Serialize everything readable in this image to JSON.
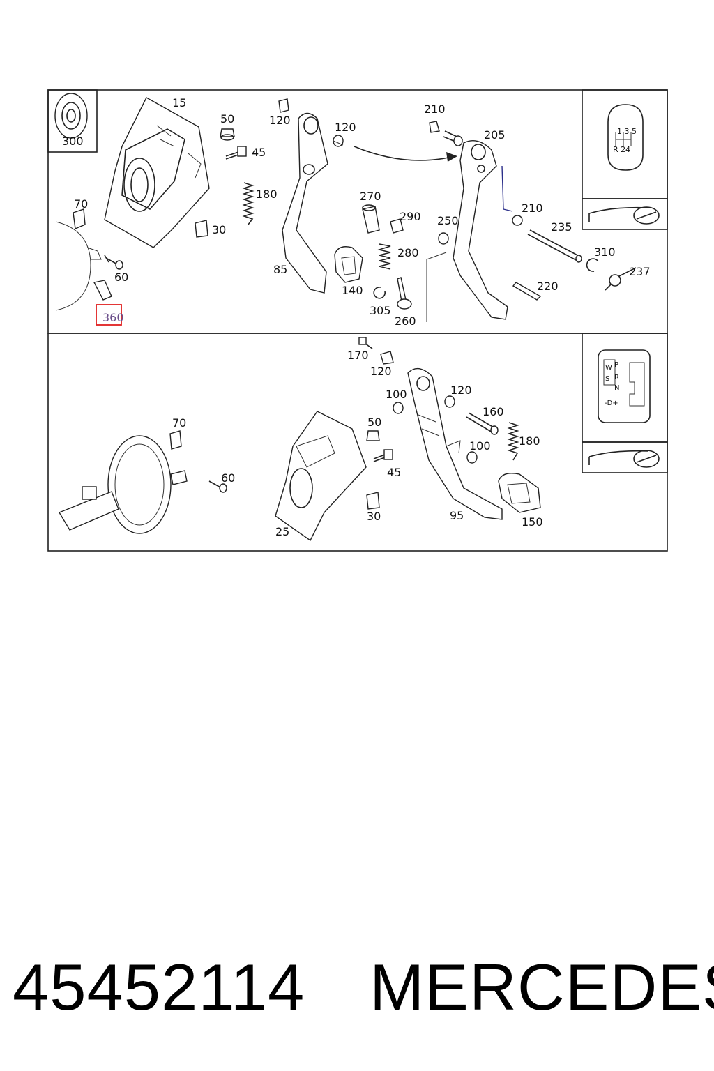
{
  "parts": {
    "p15": "15",
    "p50a": "50",
    "p45a": "45",
    "p120a": "120",
    "p120b": "120",
    "p180a": "180",
    "p30a": "30",
    "p70a": "70",
    "p60a": "60",
    "p360": "360",
    "p300": "300",
    "p85": "85",
    "p140": "140",
    "p270": "270",
    "p290": "290",
    "p280": "280",
    "p305": "305",
    "p260": "260",
    "p250": "250",
    "p210a": "210",
    "p205": "205",
    "p210b": "210",
    "p235": "235",
    "p310": "310",
    "p237": "237",
    "p220": "220",
    "p170": "170",
    "p120c": "120",
    "p100a": "100",
    "p120d": "120",
    "p160": "160",
    "p100b": "100",
    "p180b": "180",
    "p50b": "50",
    "p45b": "45",
    "p30b": "30",
    "p70b": "70",
    "p60b": "60",
    "p25": "25",
    "p95": "95",
    "p150": "150"
  },
  "gear_pattern": {
    "top": "1 3 5",
    "bottom_left": "R 2",
    "bottom_right": "4"
  },
  "auto_pattern": {
    "w": "W",
    "s": "S",
    "p": "P",
    "r": "R",
    "n": "N",
    "d": "-D+"
  },
  "highlight_color": "#e02020",
  "footer": {
    "part_number": "45452114",
    "brand": "MERCEDES"
  }
}
